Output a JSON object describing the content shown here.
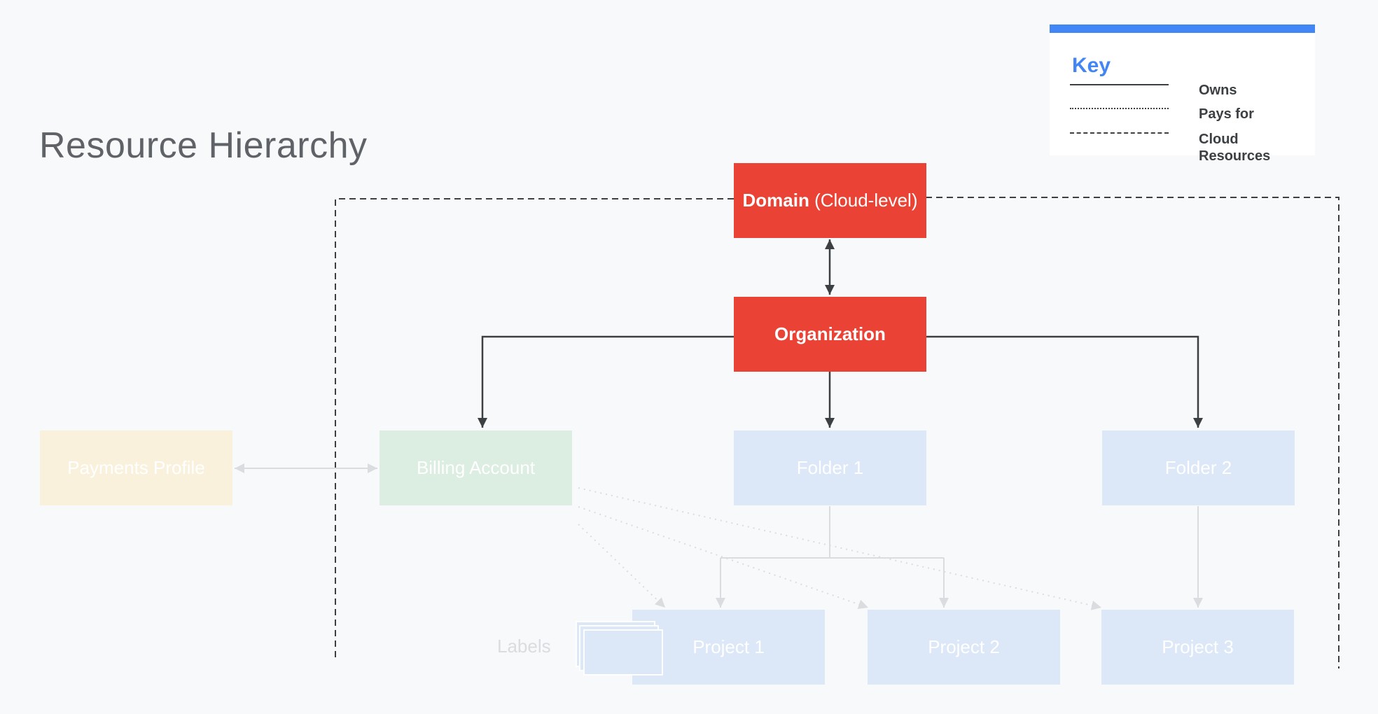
{
  "title": "Resource Hierarchy",
  "key": {
    "title": "Key",
    "items": [
      {
        "label": "Owns",
        "style": "solid"
      },
      {
        "label": "Pays for",
        "style": "dotted"
      },
      {
        "label": "Cloud Resources",
        "style": "dashed"
      }
    ]
  },
  "nodes": {
    "domain": {
      "bold": "Domain",
      "rest": "(Cloud-level)"
    },
    "organization": "Organization",
    "payments_profile": "Payments Profile",
    "billing_account": "Billing Account",
    "folder1": "Folder 1",
    "folder2": "Folder 2",
    "project1": "Project 1",
    "project2": "Project 2",
    "project3": "Project 3",
    "labels": "Labels"
  },
  "colors": {
    "accent": "#4285f4",
    "red": "#ea4335",
    "blue_faded": "#dce7f8",
    "green_faded": "#dcede2",
    "yellow_faded": "#faf1dc",
    "line_dark": "#3c4043",
    "line_faded": "#dadce0"
  }
}
